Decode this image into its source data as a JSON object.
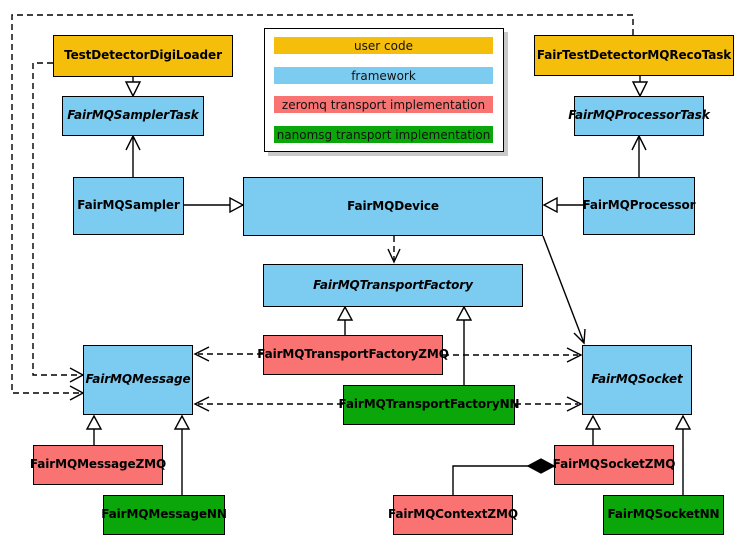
{
  "legend": {
    "items": [
      {
        "label": "user code",
        "color": "#F5BE0A",
        "category": "user"
      },
      {
        "label": "framework",
        "color": "#7CCCF2",
        "category": "framework"
      },
      {
        "label": "zeromq transport implementation",
        "color": "#F87372",
        "category": "zeromq"
      },
      {
        "label": "nanomsg transport implementation",
        "color": "#0AA60A",
        "category": "nanomsg"
      }
    ]
  },
  "colors": {
    "user_code": "#F5BE0A",
    "framework": "#7CCCF2",
    "zeromq": "#F87372",
    "nanomsg": "#0AA60A",
    "line": "#000000",
    "background": "#FFFFFF",
    "legend_shadow": "#C9C9C9"
  },
  "nodes": {
    "digi_loader": {
      "label": "TestDetectorDigiLoader",
      "category": "user code",
      "abstract": false
    },
    "reco_task": {
      "label": "FairTestDetectorMQRecoTask",
      "category": "user code",
      "abstract": false
    },
    "sampler_task": {
      "label": "FairMQSamplerTask",
      "category": "framework",
      "abstract": true
    },
    "processor_task": {
      "label": "FairMQProcessorTask",
      "category": "framework",
      "abstract": true
    },
    "sampler": {
      "label": "FairMQSampler",
      "category": "framework",
      "abstract": false
    },
    "device": {
      "label": "FairMQDevice",
      "category": "framework",
      "abstract": false
    },
    "processor": {
      "label": "FairMQProcessor",
      "category": "framework",
      "abstract": false
    },
    "transport_factory": {
      "label": "FairMQTransportFactory",
      "category": "framework",
      "abstract": true
    },
    "transport_factory_zmq": {
      "label": "FairMQTransportFactoryZMQ",
      "category": "zeromq",
      "abstract": false
    },
    "transport_factory_nn": {
      "label": "FairMQTransportFactoryNN",
      "category": "nanomsg",
      "abstract": false
    },
    "message": {
      "label": "FairMQMessage",
      "category": "framework",
      "abstract": true
    },
    "socket": {
      "label": "FairMQSocket",
      "category": "framework",
      "abstract": true
    },
    "message_zmq": {
      "label": "FairMQMessageZMQ",
      "category": "zeromq",
      "abstract": false
    },
    "message_nn": {
      "label": "FairMQMessageNN",
      "category": "nanomsg",
      "abstract": false
    },
    "socket_zmq": {
      "label": "FairMQSocketZMQ",
      "category": "zeromq",
      "abstract": false
    },
    "socket_nn": {
      "label": "FairMQSocketNN",
      "category": "nanomsg",
      "abstract": false
    },
    "context_zmq": {
      "label": "FairMQContextZMQ",
      "category": "zeromq",
      "abstract": false
    }
  },
  "edges": [
    {
      "from": "TestDetectorDigiLoader",
      "to": "FairMQSamplerTask",
      "type": "inheritance"
    },
    {
      "from": "FairTestDetectorMQRecoTask",
      "to": "FairMQProcessorTask",
      "type": "inheritance"
    },
    {
      "from": "FairMQSampler",
      "to": "FairMQDevice",
      "type": "inheritance"
    },
    {
      "from": "FairMQProcessor",
      "to": "FairMQDevice",
      "type": "inheritance"
    },
    {
      "from": "FairMQTransportFactoryZMQ",
      "to": "FairMQTransportFactory",
      "type": "inheritance"
    },
    {
      "from": "FairMQTransportFactoryNN",
      "to": "FairMQTransportFactory",
      "type": "inheritance"
    },
    {
      "from": "FairMQMessageZMQ",
      "to": "FairMQMessage",
      "type": "inheritance"
    },
    {
      "from": "FairMQMessageNN",
      "to": "FairMQMessage",
      "type": "inheritance"
    },
    {
      "from": "FairMQSocketZMQ",
      "to": "FairMQSocket",
      "type": "inheritance"
    },
    {
      "from": "FairMQSocketNN",
      "to": "FairMQSocket",
      "type": "inheritance"
    },
    {
      "from": "FairMQSampler",
      "to": "FairMQSamplerTask",
      "type": "association"
    },
    {
      "from": "FairMQProcessor",
      "to": "FairMQProcessorTask",
      "type": "association"
    },
    {
      "from": "FairMQDevice",
      "to": "FairMQSocket",
      "type": "association"
    },
    {
      "from": "FairMQDevice",
      "to": "FairMQTransportFactory",
      "type": "dependency"
    },
    {
      "from": "FairMQTransportFactoryZMQ",
      "to": "FairMQMessage",
      "type": "dependency"
    },
    {
      "from": "FairMQTransportFactoryZMQ",
      "to": "FairMQSocket",
      "type": "dependency"
    },
    {
      "from": "FairMQTransportFactoryNN",
      "to": "FairMQMessage",
      "type": "dependency"
    },
    {
      "from": "FairMQTransportFactoryNN",
      "to": "FairMQSocket",
      "type": "dependency"
    },
    {
      "from": "TestDetectorDigiLoader",
      "to": "FairMQMessage",
      "type": "dependency"
    },
    {
      "from": "FairTestDetectorMQRecoTask",
      "to": "FairMQMessage",
      "type": "dependency"
    },
    {
      "from": "FairMQSocketZMQ",
      "to": "FairMQContextZMQ",
      "type": "composition"
    }
  ]
}
